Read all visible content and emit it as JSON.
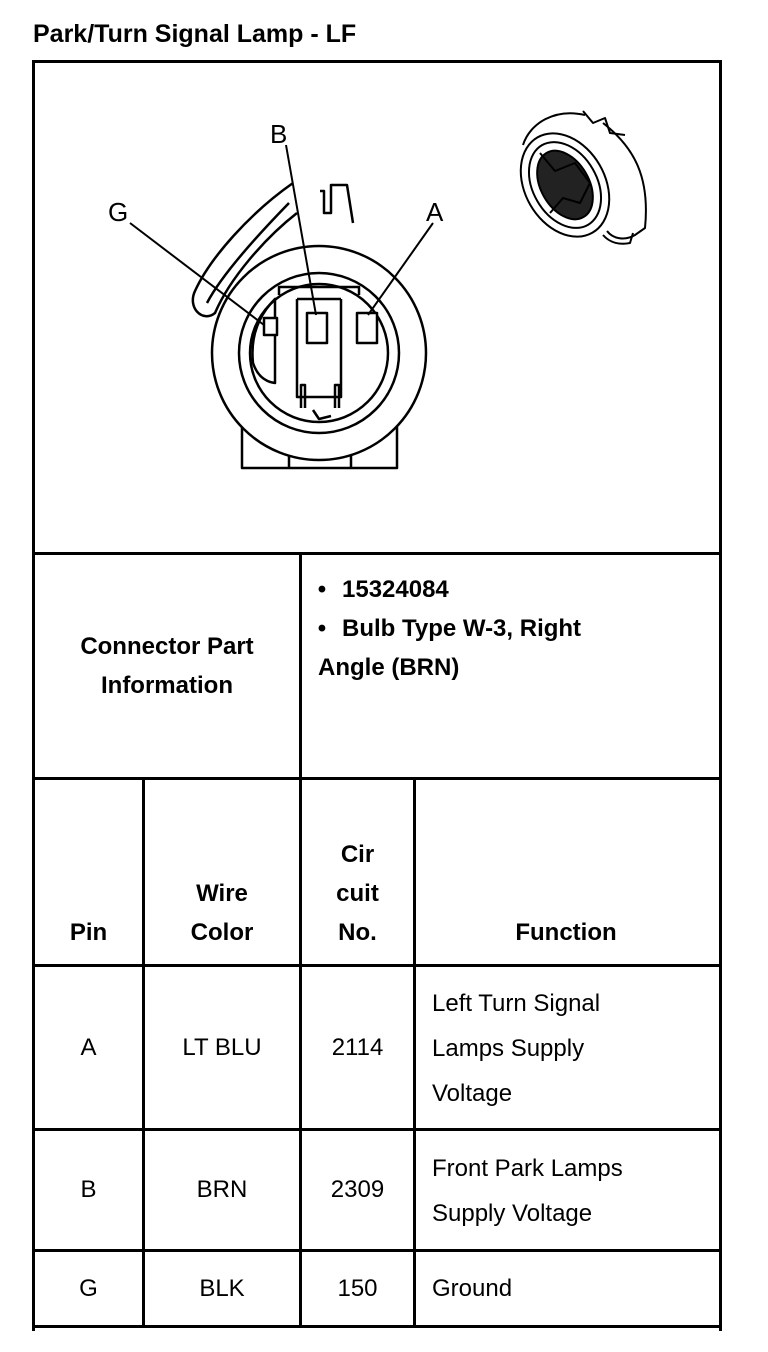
{
  "title": "Park/Turn Signal Lamp - LF",
  "diagram": {
    "pin_labels": {
      "b": "B",
      "g": "G",
      "a": "A"
    }
  },
  "connector_info": {
    "label_line1": "Connector Part",
    "label_line2": "Information",
    "bullet_char": "•",
    "bullet1": "15324084",
    "bullet2_line1": "Bulb Type W-3, Right",
    "bullet2_line2": "Angle (BRN)"
  },
  "table": {
    "headers": {
      "pin": "Pin",
      "wire_l1": "Wire",
      "wire_l2": "Color",
      "circ_l1": "Cir",
      "circ_l2": "cuit",
      "circ_l3": "No.",
      "function": "Function"
    },
    "rows": [
      {
        "pin": "A",
        "wire": "LT BLU",
        "circuit": "2114",
        "func_lines": [
          "Left Turn Signal",
          "Lamps Supply",
          "Voltage"
        ]
      },
      {
        "pin": "B",
        "wire": "BRN",
        "circuit": "2309",
        "func_lines": [
          "Front Park Lamps",
          "Supply Voltage"
        ]
      },
      {
        "pin": "G",
        "wire": "BLK",
        "circuit": "150",
        "func_lines": [
          "Ground"
        ]
      }
    ]
  }
}
